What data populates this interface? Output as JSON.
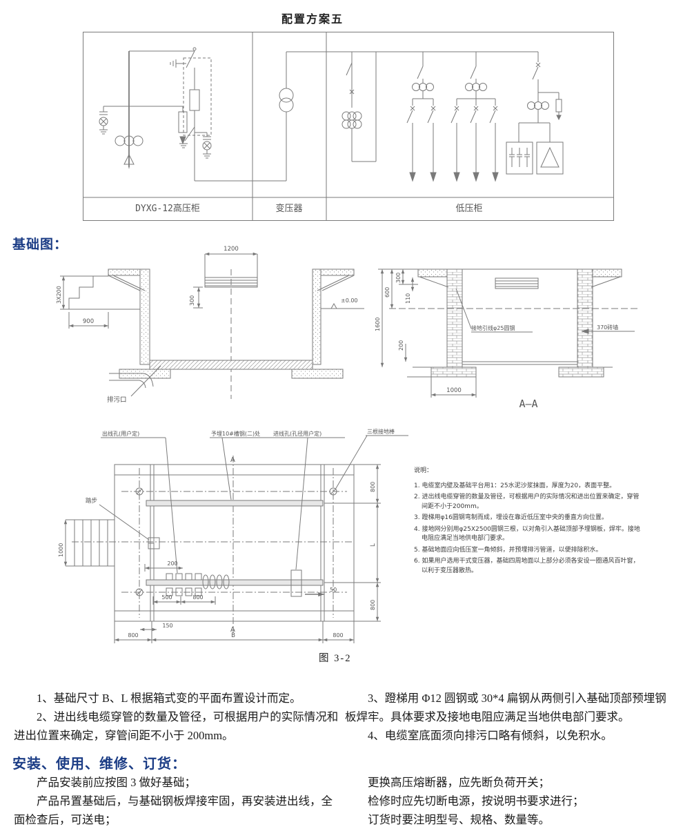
{
  "page": {
    "title": "配置方案五"
  },
  "scheme": {
    "hv_label": "DYXG-12高压柜",
    "tx_label": "变压器",
    "lv_label": "低压柜"
  },
  "foundation": {
    "heading": "基础图：",
    "section_left": {
      "dim_top": "1200",
      "dim_300": "300",
      "dim_steps": "3X200",
      "dim_900": "900",
      "level": "±0.00",
      "drain_label": "排污口"
    },
    "section_aa": {
      "dim_300": "300",
      "dim_600": "600",
      "dim_110": "110",
      "dim_1600": "1600",
      "dim_200": "200",
      "dim_1000": "1000",
      "ground_label": "接地引线φ25圆钢",
      "wall_label": "370砖墙",
      "caption": "A—A"
    },
    "plan": {
      "label_outlet": "出线孔(用户定)",
      "label_channel": "予埋10#槽钢(二)处",
      "label_inlet": "进线孔(孔径用户定)",
      "label_rods": "三根接地棒",
      "label_steps": "踏步",
      "dim_1000": "1000",
      "dim_200": "200",
      "dim_500": "500",
      "dim_800_mid": "800",
      "dim_50": "50",
      "dim_150": "150",
      "dim_800_bl": "800",
      "dim_B": "B",
      "dim_800_br": "800",
      "dim_800_rt": "800",
      "dim_L": "L",
      "dim_800_rb": "800",
      "marker_a_top": "A",
      "marker_a_bottom": "A",
      "caption": "图 3-2"
    }
  },
  "notes": {
    "heading": "说明：",
    "items": [
      "1. 电缆室内壁及基础平台用1：25水泥沙浆抹面，厚度为20，表面平整。",
      "2. 进出线电缆穿管的数量及管径，可根据用户的实际情况和进出位置来确定，穿管间距不小于200mm。",
      "3. 蹬梯用φ16圆钢弯制而成，埋设在靠近低压室中央的垂直方向位置。",
      "4. 接地网分别用φ25X2500圆钢三根，以对角引入基础顶部予埋钢板，焊牢。接地电阻应满足当地供电部门要求。",
      "5. 基础地面应向低压室一角倾斜，并预埋排污管道，以便排除积水。",
      "6. 如果用户选用干式变压器，基础四周地面以上部分必须各安设一圈通风百叶窗，以利于变压器散热。"
    ]
  },
  "body_notes": {
    "left": [
      "1、基础尺寸 B、L 根据箱式变的平面布置设计而定。",
      "2、进出线电缆穿管的数量及管径，可根据用户的实际情况和进出位置来确定，穿管间距不小于 200mm。"
    ],
    "right": [
      "3、蹬梯用 Φ12 圆钢或 30*4 扁钢从两侧引入基础顶部预埋钢板焊牢。具体要求及接地电阻应满足当地供电部门要求。",
      "4、电缆室底面须向排污口略有倾斜，以免积水。"
    ]
  },
  "install": {
    "heading": "安装、使用、维修、订货：",
    "left": [
      "产品安装前应按图 3 做好基础；",
      "产品吊置基础后，与基础钢板焊接牢固，再安装进出线，全面检查后，可送电；"
    ],
    "right": [
      "更换高压熔断器，应先断负荷开关；",
      "检修时应先切断电源，按说明书要求进行；",
      "订货时要注明型号、规格、数量等。"
    ]
  },
  "colors": {
    "heading_blue": "#1b3c85",
    "line_gray": "#777777"
  }
}
